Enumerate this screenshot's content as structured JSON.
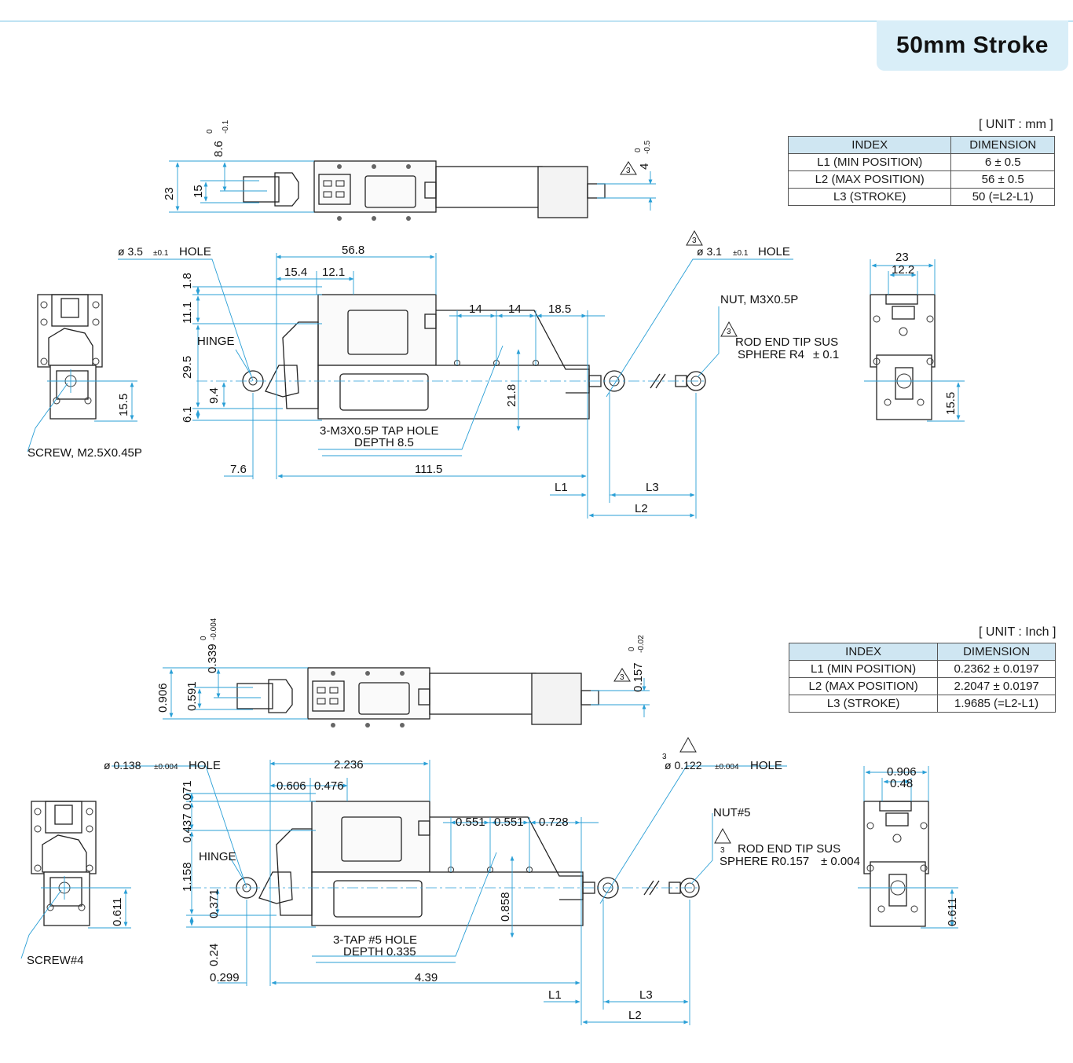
{
  "header": {
    "stroke_label": "50mm Stroke"
  },
  "colors": {
    "dimension_line": "#2a9fd6",
    "outline": "#222222",
    "accent_bg": "#d9eef8",
    "table_header_bg": "#cfe6f2"
  },
  "metric": {
    "unit_label": "[ UNIT : mm ]",
    "table_headers": [
      "INDEX",
      "DIMENSION"
    ],
    "rows": [
      {
        "index": "L1 (MIN POSITION)",
        "dimension": "6 ± 0.5"
      },
      {
        "index": "L2 (MAX POSITION)",
        "dimension": "56 ± 0.5"
      },
      {
        "index": "L3 (STROKE)",
        "dimension": "50 (=L2-L1)"
      }
    ],
    "labels": {
      "t_86": "8.6",
      "t_86_tol_hi": "0",
      "t_86_tol_lo": "-0.1",
      "t_23": "23",
      "t_15": "15",
      "t_4": "4",
      "t_4_tol_hi": "0",
      "t_4_tol_lo": "-0.5",
      "t_note3_a": "3",
      "hole_dia": "ø 3.5",
      "hole_tol": "±0.1",
      "hole_word": "HOLE",
      "d_568": "56.8",
      "d_154": "15.4",
      "d_121": "12.1",
      "v_18": "1.8",
      "v_111": "11.1",
      "hinge": "HINGE",
      "v_295": "29.5",
      "v_94": "9.4",
      "v_61": "6.1",
      "d_14a": "14",
      "d_14b": "14",
      "d_185": "18.5",
      "v_218": "21.8",
      "tap_1": "3-M3X0.5P TAP HOLE",
      "tap_2": "DEPTH 8.5",
      "d_76": "7.6",
      "d_1115": "111.5",
      "L1": "L1",
      "L3": "L3",
      "L2": "L2",
      "hole2_note": "3",
      "hole2_dia": "ø 3.1",
      "hole2_tol": "±0.1",
      "hole2_word": "HOLE",
      "nut": "NUT, M3X0.5P",
      "rod_note": "3",
      "rod_1": "ROD END TIP SUS",
      "rod_2": "SPHERE R4",
      "rod_tol": "± 0.1",
      "screw": "SCREW, M2.5X0.45P",
      "v_155a": "15.5",
      "r_23": "23",
      "r_122": "12.2",
      "v_155b": "15.5"
    }
  },
  "inch": {
    "unit_label": "[ UNIT : Inch ]",
    "table_headers": [
      "INDEX",
      "DIMENSION"
    ],
    "rows": [
      {
        "index": "L1 (MIN POSITION)",
        "dimension": "0.2362 ± 0.0197"
      },
      {
        "index": "L2 (MAX POSITION)",
        "dimension": "2.2047 ± 0.0197"
      },
      {
        "index": "L3 (STROKE)",
        "dimension": "1.9685 (=L2-L1)"
      }
    ],
    "labels": {
      "t_86": "0.339",
      "t_86_tol_hi": "0",
      "t_86_tol_lo": "-0.004",
      "t_23": "0.906",
      "t_15": "0.591",
      "t_4": "0.157",
      "t_4_tol_hi": "0",
      "t_4_tol_lo": "-0.02",
      "t_note3_a": "3",
      "hole_dia": "ø 0.138",
      "hole_tol": "±0.004",
      "hole_word": "HOLE",
      "d_568": "2.236",
      "d_154": "0.606",
      "d_121": "0.476",
      "v_18": "0.071",
      "v_111": "0.437",
      "hinge": "HINGE",
      "v_295": "1.158",
      "v_94": "0.371",
      "v_61": "0.24",
      "d_14a": "0.551",
      "d_14b": "0.551",
      "d_185": "0.728",
      "v_218": "0.858",
      "tap_1": "3-TAP #5 HOLE",
      "tap_2": "DEPTH 0.335",
      "d_76": "0.299",
      "d_1115": "4.39",
      "L1": "L1",
      "L3": "L3",
      "L2": "L2",
      "hole2_note": "3",
      "hole2_dia": "ø 0.122",
      "hole2_tol": "±0.004",
      "hole2_word": "HOLE",
      "nut": "NUT#5",
      "rod_note": "3",
      "rod_1": "ROD END TIP SUS",
      "rod_2": "SPHERE R0.157",
      "rod_tol": "± 0.004",
      "screw": "SCREW#4",
      "v_155a": "0.611",
      "r_23": "0.906",
      "r_122": "0.48",
      "v_155b": "0.611"
    }
  }
}
